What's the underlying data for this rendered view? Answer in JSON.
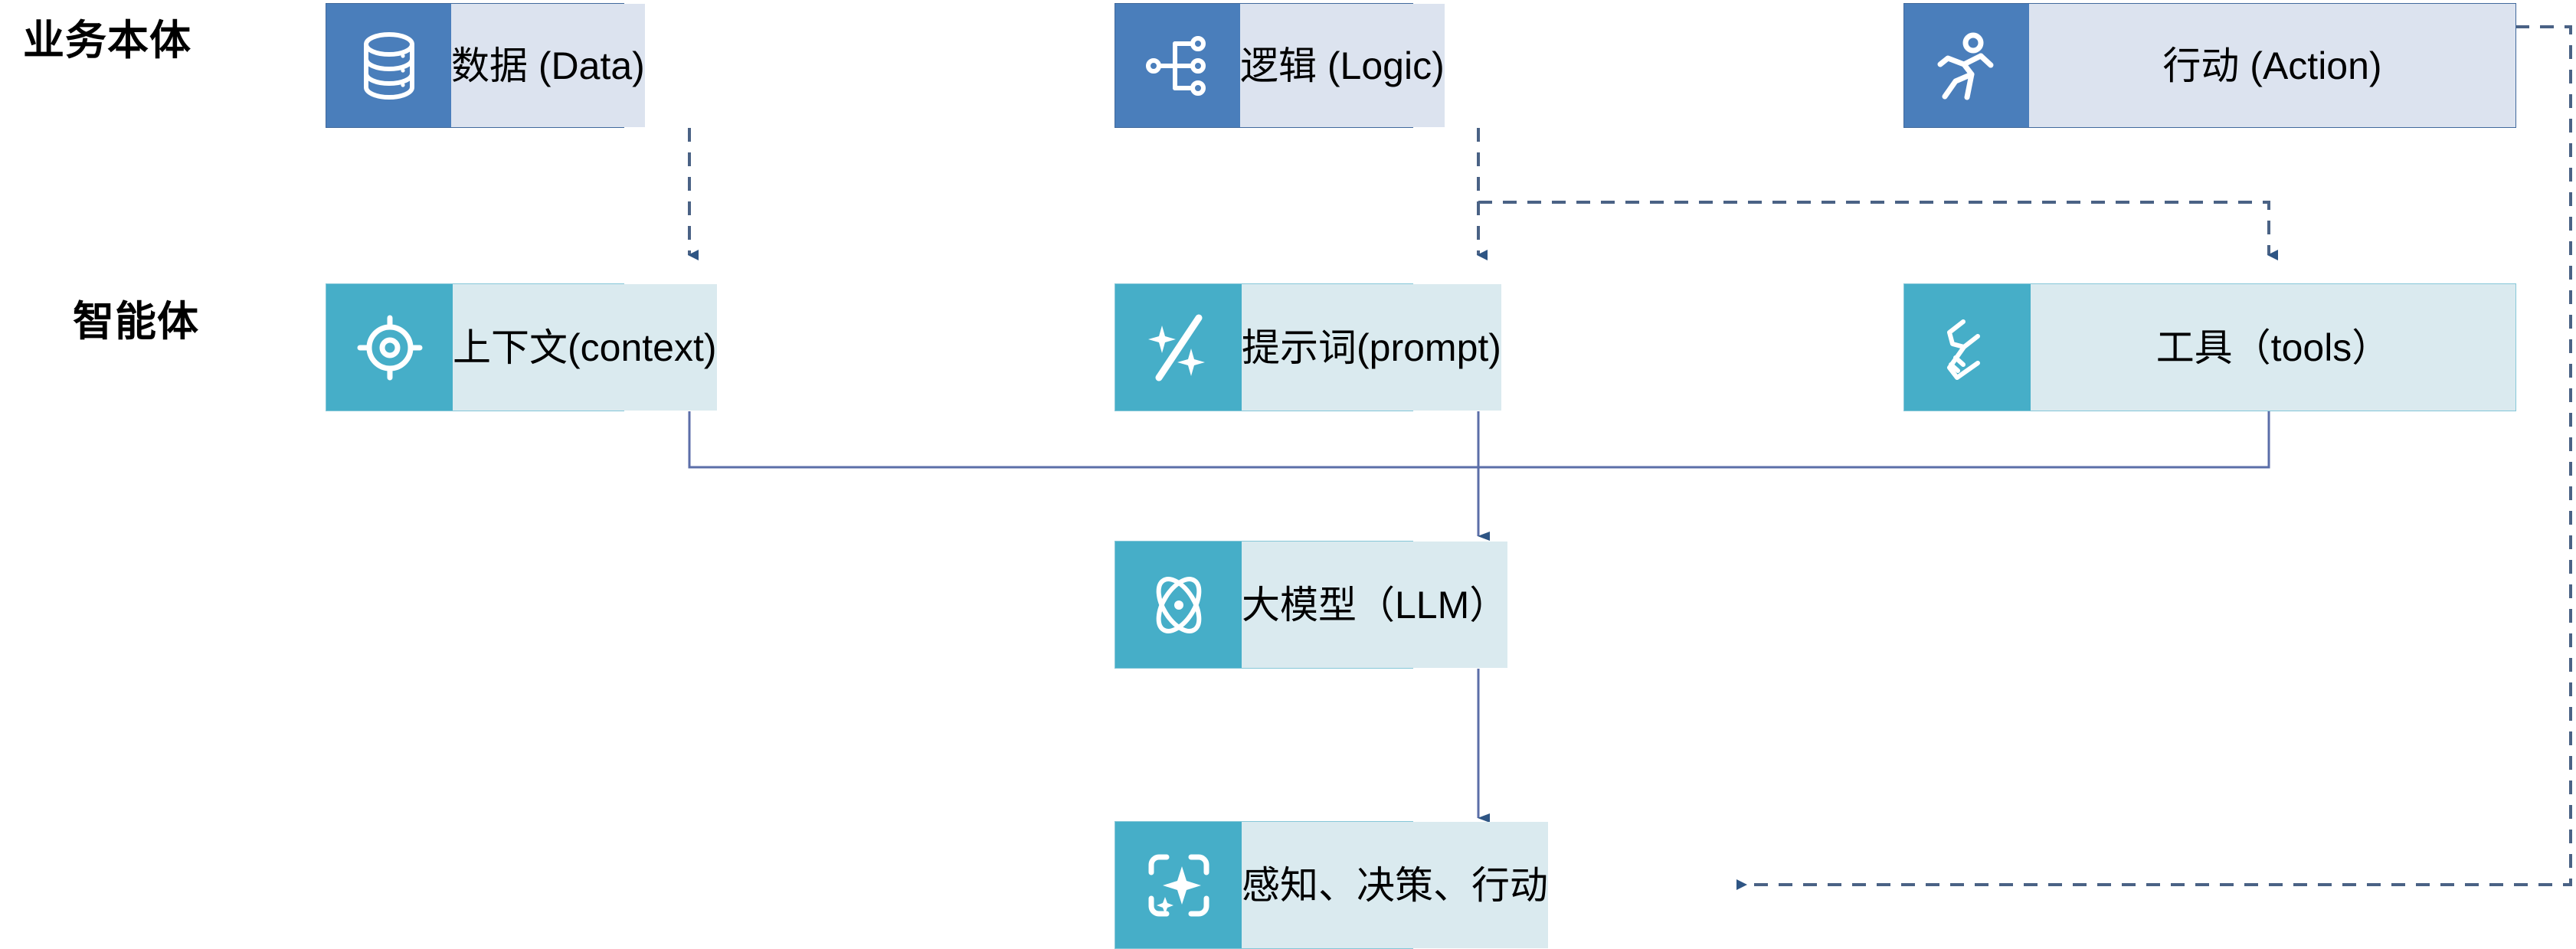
{
  "diagram": {
    "title_tiers": {
      "business": "业务本体",
      "agent": "智能体"
    },
    "colors": {
      "business_icon_bg": "#4a7ebb",
      "business_body_bg": "#dce3ef",
      "business_border": "#41699c",
      "agent_icon_bg": "#46aec8",
      "agent_body_bg": "#daeaef",
      "agent_border": "#86c7d8",
      "arrow_solid": "#3d5f8f",
      "arrow_dashed": "#4a6285",
      "arrowhead_fill": "#2e5584",
      "text": "#000000"
    },
    "rows": {
      "business": {
        "label": "业务本体",
        "nodes": [
          {
            "id": "data",
            "label": "数据 (Data)",
            "icon": "database-icon"
          },
          {
            "id": "logic",
            "label": "逻辑 (Logic)",
            "icon": "hierarchy-icon"
          },
          {
            "id": "action",
            "label": "行动 (Action)",
            "icon": "running-person-icon"
          }
        ]
      },
      "agent": {
        "label": "智能体",
        "nodes": [
          {
            "id": "context",
            "label": "上下文(context)",
            "icon": "target-icon"
          },
          {
            "id": "prompt",
            "label": "提示词(prompt)",
            "icon": "magic-wand-icon"
          },
          {
            "id": "tools",
            "label": "工具（tools）",
            "icon": "wrench-icon"
          }
        ]
      },
      "model": {
        "nodes": [
          {
            "id": "llm",
            "label": "大模型（LLM）",
            "icon": "atom-icon"
          }
        ]
      },
      "output": {
        "nodes": [
          {
            "id": "pda",
            "label": "感知、决策、行动",
            "icon": "ai-sparkle-frame-icon"
          }
        ]
      }
    },
    "connectors": [
      {
        "id": "data-to-context",
        "from": "data",
        "to": "context",
        "style": "dashed",
        "direction": "down"
      },
      {
        "id": "logic-to-prompt",
        "from": "logic",
        "to": "prompt",
        "style": "dashed",
        "direction": "down"
      },
      {
        "id": "logic-to-tools",
        "from": "logic",
        "to": "tools",
        "style": "dashed",
        "direction": "down-right"
      },
      {
        "id": "action-feedback",
        "from": "action",
        "to": "pda",
        "style": "dashed",
        "direction": "right-down-left"
      },
      {
        "id": "context-to-llm",
        "from": "context",
        "to": "llm",
        "style": "solid",
        "direction": "down-merge"
      },
      {
        "id": "prompt-to-llm",
        "from": "prompt",
        "to": "llm",
        "style": "solid",
        "direction": "down-merge"
      },
      {
        "id": "tools-to-llm",
        "from": "tools",
        "to": "llm",
        "style": "solid",
        "direction": "down-merge"
      },
      {
        "id": "llm-to-pda",
        "from": "llm",
        "to": "pda",
        "style": "solid",
        "direction": "down"
      }
    ]
  }
}
